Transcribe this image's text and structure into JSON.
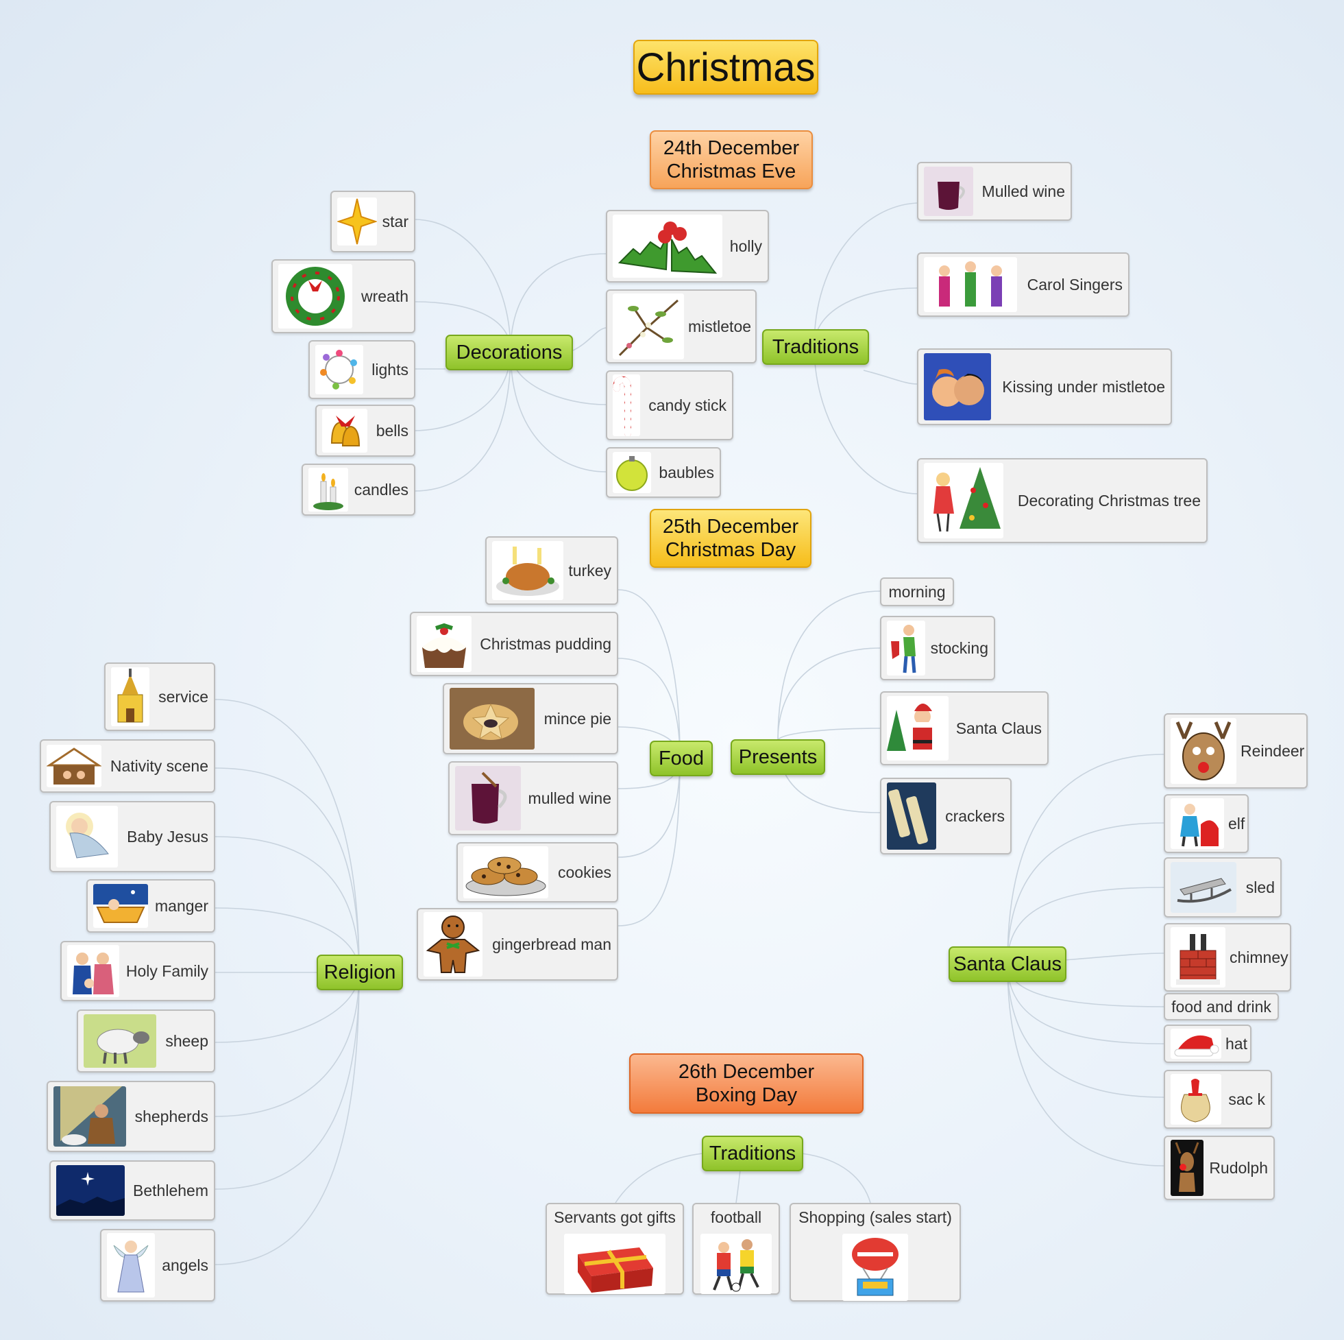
{
  "title": "Christmas",
  "sections": {
    "eve": {
      "line1": "24th December",
      "line2": "Christmas Eve"
    },
    "day": {
      "line1": "25th December",
      "line2": "Christmas Day"
    },
    "boxing": {
      "line1": "26th December",
      "line2": "Boxing Day"
    }
  },
  "decorations": {
    "label": "Decorations",
    "items": [
      "star",
      "wreath",
      "lights",
      "bells",
      "candles",
      "holly",
      "mistletoe",
      "candy stick",
      "baubles"
    ]
  },
  "traditions_eve": {
    "label": "Traditions",
    "items": [
      "Mulled wine",
      "Carol Singers",
      "Kissing under mistletoe",
      "Decorating Christmas tree"
    ]
  },
  "food": {
    "label": "Food",
    "items": [
      "turkey",
      "Christmas pudding",
      "mince pie",
      "mulled wine",
      "cookies",
      "gingerbread man"
    ]
  },
  "presents": {
    "label": "Presents",
    "items": [
      "morning",
      "stocking",
      "Santa Claus",
      "crackers"
    ]
  },
  "religion": {
    "label": "Religion",
    "items": [
      "service",
      "Nativity scene",
      "Baby Jesus",
      "manger",
      "Holy Family",
      "sheep",
      "shepherds",
      "Bethlehem",
      "angels"
    ]
  },
  "santa": {
    "label": "Santa Claus",
    "items": [
      "Reindeer",
      "elf",
      "sled",
      "chimney",
      "food and drink",
      "hat",
      "sac k",
      "Rudolph"
    ]
  },
  "traditions_boxing": {
    "label": "Traditions",
    "items": [
      "Servants got gifts",
      "football",
      "Shopping (sales start)"
    ]
  },
  "colors": {
    "title": "#f7bd1c",
    "category": "#8fc32a",
    "eve": "#f7a45a",
    "day": "#f6bd1a",
    "boxing": "#f37b3c",
    "leaf": "#f1f1f1",
    "link": "#c8d3de"
  }
}
